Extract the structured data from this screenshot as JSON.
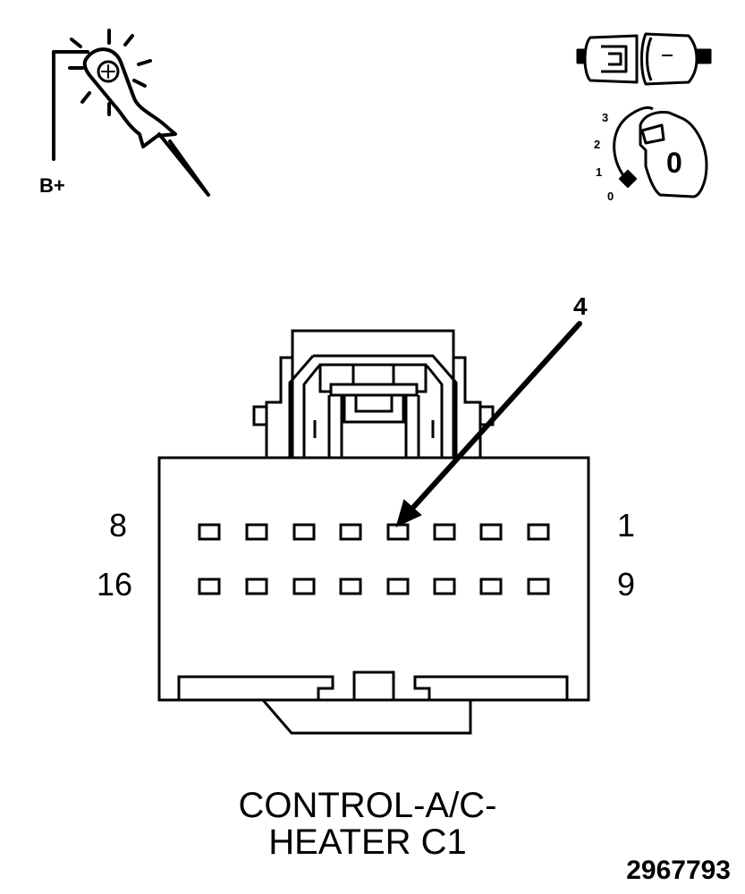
{
  "probe": {
    "supply_label": "B+"
  },
  "key": {
    "positions": [
      "3",
      "2",
      "1",
      "0"
    ],
    "key_face": "0"
  },
  "connector": {
    "pin_callout": "4",
    "row1_left_pin": "8",
    "row1_right_pin": "1",
    "row2_left_pin": "16",
    "row2_right_pin": "9"
  },
  "title": {
    "line1": "CONTROL-A/C-",
    "line2": "HEATER C1"
  },
  "figure_id": "2967793"
}
